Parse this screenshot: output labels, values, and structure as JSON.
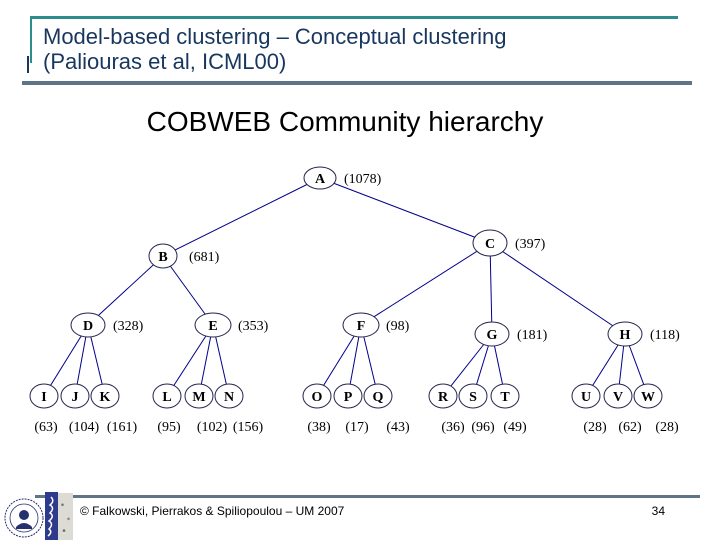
{
  "slide": {
    "title_line1": "Model-based clustering – Conceptual clustering",
    "title_line2": "(Paliouras et al, ICML00)",
    "heading": "COBWEB Community hierarchy",
    "footer": "© Falkowski, Pierrakos & Spiliopoulou – UM 2007",
    "page_number": "34"
  },
  "colors": {
    "title_text": "#17375E",
    "accent_teal": "#2E8C8C",
    "divider_gray": "#5E7487",
    "tree_edge": "#00008B",
    "node_outline": "#23234D",
    "logo_blue": "#2E3A8C"
  },
  "tree": {
    "nodes": {
      "A": {
        "label": "A",
        "count": "(1078)"
      },
      "B": {
        "label": "B",
        "count": "(681)"
      },
      "C": {
        "label": "C",
        "count": "(397)"
      },
      "D": {
        "label": "D",
        "count": "(328)"
      },
      "E": {
        "label": "E",
        "count": "(353)"
      },
      "F": {
        "label": "F",
        "count": "(98)"
      },
      "G": {
        "label": "G",
        "count": "(181)"
      },
      "H": {
        "label": "H",
        "count": "(118)"
      },
      "I": {
        "label": "I",
        "count": "(63)"
      },
      "J": {
        "label": "J",
        "count": "(104)"
      },
      "K": {
        "label": "K",
        "count": "(161)"
      },
      "L": {
        "label": "L",
        "count": "(95)"
      },
      "M": {
        "label": "M",
        "count": "(102)"
      },
      "N": {
        "label": "N",
        "count": "(156)"
      },
      "O": {
        "label": "O",
        "count": "(38)"
      },
      "P": {
        "label": "P",
        "count": "(17)"
      },
      "Q": {
        "label": "Q",
        "count": "(43)"
      },
      "R": {
        "label": "R",
        "count": "(36)"
      },
      "S": {
        "label": "S",
        "count": "(96)"
      },
      "T": {
        "label": "T",
        "count": "(49)"
      },
      "U": {
        "label": "U",
        "count": "(28)"
      },
      "V": {
        "label": "V",
        "count": "(62)"
      },
      "W": {
        "label": "W",
        "count": "(28)"
      }
    },
    "edges": [
      [
        "A",
        "B"
      ],
      [
        "A",
        "C"
      ],
      [
        "B",
        "D"
      ],
      [
        "B",
        "E"
      ],
      [
        "C",
        "F"
      ],
      [
        "C",
        "G"
      ],
      [
        "C",
        "H"
      ],
      [
        "D",
        "I"
      ],
      [
        "D",
        "J"
      ],
      [
        "D",
        "K"
      ],
      [
        "E",
        "L"
      ],
      [
        "E",
        "M"
      ],
      [
        "E",
        "N"
      ],
      [
        "F",
        "O"
      ],
      [
        "F",
        "P"
      ],
      [
        "F",
        "Q"
      ],
      [
        "G",
        "R"
      ],
      [
        "G",
        "S"
      ],
      [
        "G",
        "T"
      ],
      [
        "H",
        "U"
      ],
      [
        "H",
        "V"
      ],
      [
        "H",
        "W"
      ]
    ]
  }
}
